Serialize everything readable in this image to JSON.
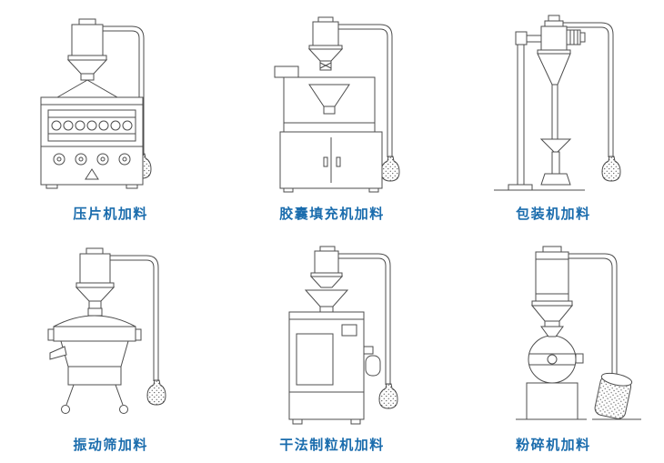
{
  "page": {
    "background": "#ffffff",
    "label_color": "#1a6cad",
    "line_color": "#4d4d4d"
  },
  "cells": [
    {
      "label": "压片机加料",
      "icon": "tablet-press-feeding-drawing"
    },
    {
      "label": "胶囊填充机加料",
      "icon": "capsule-filling-machine-feeding-drawing"
    },
    {
      "label": "包装机加料",
      "icon": "packaging-machine-feeding-drawing"
    },
    {
      "label": "振动筛加料",
      "icon": "vibrating-sieve-feeding-drawing"
    },
    {
      "label": "干法制粒机加料",
      "icon": "dry-granulator-feeding-drawing"
    },
    {
      "label": "粉碎机加料",
      "icon": "crusher-feeding-drawing"
    }
  ]
}
